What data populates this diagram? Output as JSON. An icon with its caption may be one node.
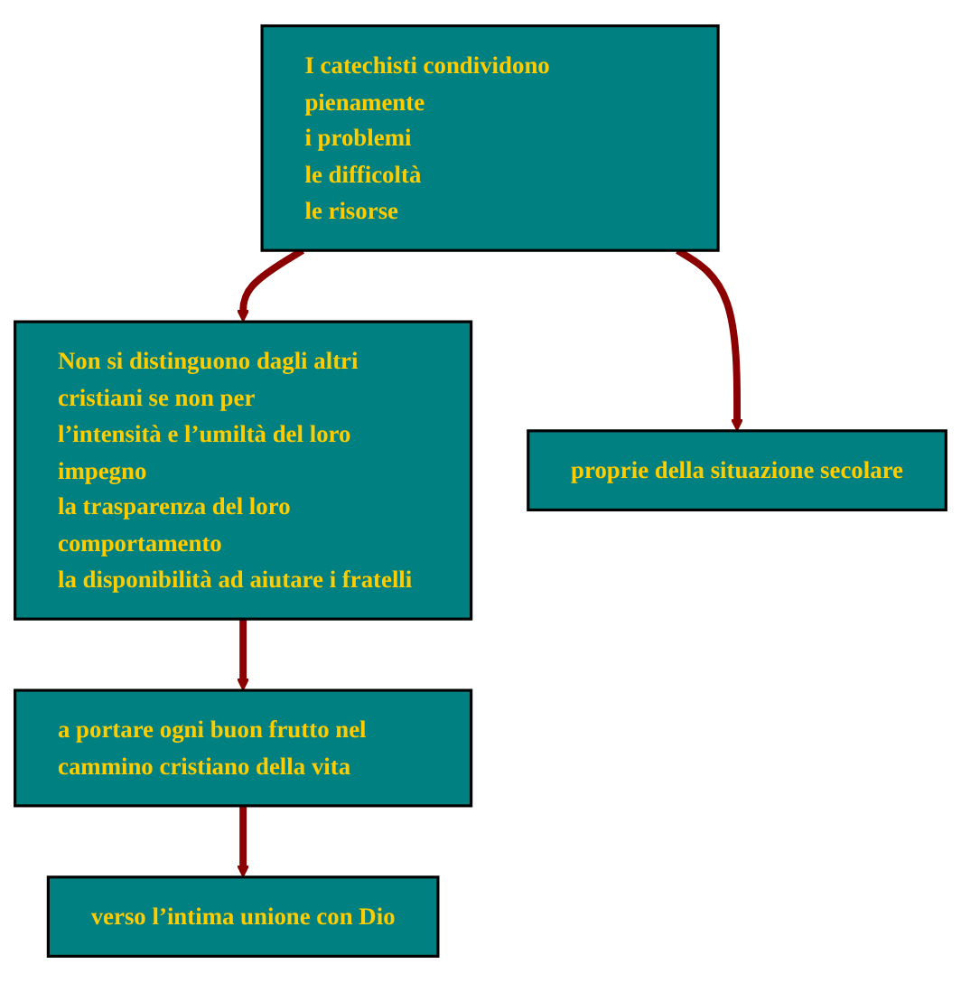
{
  "diagram": {
    "nodes": [
      {
        "text": [
          "I catechisti condividono pienamente",
          "i problemi",
          "le difficoltà",
          "le risorse"
        ]
      },
      {
        "text": [
          "Non si distinguono dagli altri cristiani se non per",
          "l’intensità e l’umiltà del loro impegno",
          "la trasparenza del loro comportamento",
          "la disponibilità ad aiutare i fratelli"
        ]
      },
      {
        "text": [
          "proprie della situazione secolare"
        ]
      },
      {
        "text": [
          "a portare ogni buon frutto nel cammino cristiano della vita"
        ]
      },
      {
        "text": [
          "verso l’intima unione con Dio"
        ]
      }
    ],
    "edges": [
      {
        "from": 0,
        "to": 2,
        "arrow": "to"
      },
      {
        "from": 0,
        "to": 1,
        "arrow": "to"
      },
      {
        "from": 1,
        "to": 3,
        "arrow": "to"
      },
      {
        "from": 3,
        "to": 4,
        "arrow": "to"
      }
    ]
  }
}
